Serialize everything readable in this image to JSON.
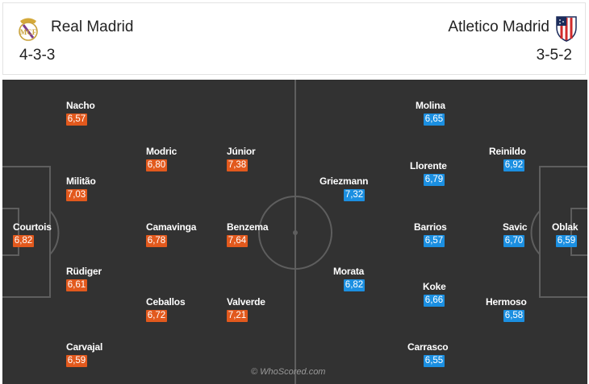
{
  "home": {
    "name": "Real Madrid",
    "formation": "4-3-3",
    "crest_icon": "real-madrid-crest-icon",
    "color": "#e2591d",
    "players": [
      {
        "name": "Courtois",
        "rating": "6,82"
      },
      {
        "name": "Nacho",
        "rating": "6,57"
      },
      {
        "name": "Militão",
        "rating": "7,03"
      },
      {
        "name": "Rüdiger",
        "rating": "6,61"
      },
      {
        "name": "Carvajal",
        "rating": "6,59"
      },
      {
        "name": "Modric",
        "rating": "6,80"
      },
      {
        "name": "Camavinga",
        "rating": "6,78"
      },
      {
        "name": "Ceballos",
        "rating": "6,72"
      },
      {
        "name": "Júnior",
        "rating": "7,38"
      },
      {
        "name": "Benzema",
        "rating": "7,64"
      },
      {
        "name": "Valverde",
        "rating": "7,21"
      }
    ]
  },
  "away": {
    "name": "Atletico Madrid",
    "formation": "3-5-2",
    "crest_icon": "atletico-madrid-crest-icon",
    "color": "#1b8fe1",
    "players": [
      {
        "name": "Griezmann",
        "rating": "7,32"
      },
      {
        "name": "Morata",
        "rating": "6,82"
      },
      {
        "name": "Molina",
        "rating": "6,65"
      },
      {
        "name": "Llorente",
        "rating": "6,79"
      },
      {
        "name": "Barrios",
        "rating": "6,57"
      },
      {
        "name": "Koke",
        "rating": "6,66"
      },
      {
        "name": "Carrasco",
        "rating": "6,55"
      },
      {
        "name": "Reinildo",
        "rating": "6,92"
      },
      {
        "name": "Savic",
        "rating": "6,70"
      },
      {
        "name": "Hermoso",
        "rating": "6,58"
      },
      {
        "name": "Oblak",
        "rating": "6,59"
      }
    ]
  },
  "watermark": "© WhoScored.com",
  "pitch_color": "#323232"
}
